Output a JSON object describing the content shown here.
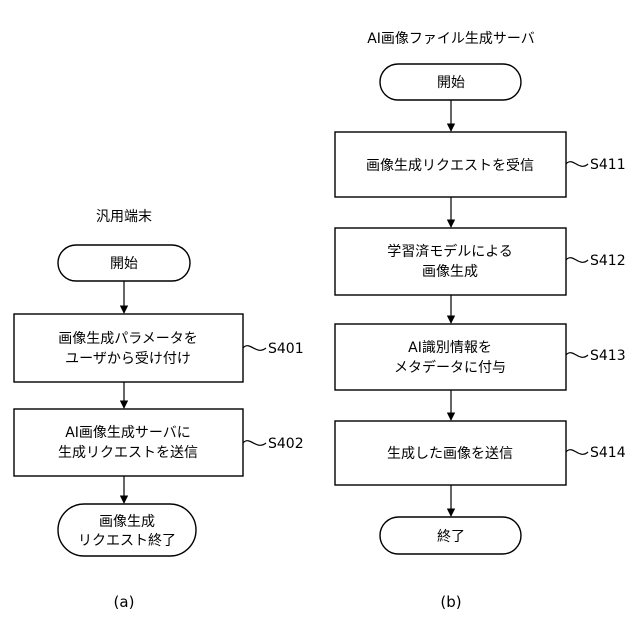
{
  "flow_a": {
    "title": "汎用端末",
    "caption": "(a)",
    "start": "開始",
    "steps": [
      {
        "lines": [
          "画像生成パラメータを",
          "ユーザから受け付け"
        ],
        "id": "S401"
      },
      {
        "lines": [
          "AI画像生成サーバに",
          "生成リクエストを送信"
        ],
        "id": "S402"
      }
    ],
    "end": [
      "画像生成",
      "リクエスト終了"
    ]
  },
  "flow_b": {
    "title": "AI画像ファイル生成サーバ",
    "caption": "(b)",
    "start": "開始",
    "steps": [
      {
        "lines": [
          "画像生成リクエストを受信"
        ],
        "id": "S411"
      },
      {
        "lines": [
          "学習済モデルによる",
          "画像生成"
        ],
        "id": "S412"
      },
      {
        "lines": [
          "AI識別情報を",
          "メタデータに付与"
        ],
        "id": "S413"
      },
      {
        "lines": [
          "生成した画像を送信"
        ],
        "id": "S414"
      }
    ],
    "end": [
      "終了"
    ]
  }
}
